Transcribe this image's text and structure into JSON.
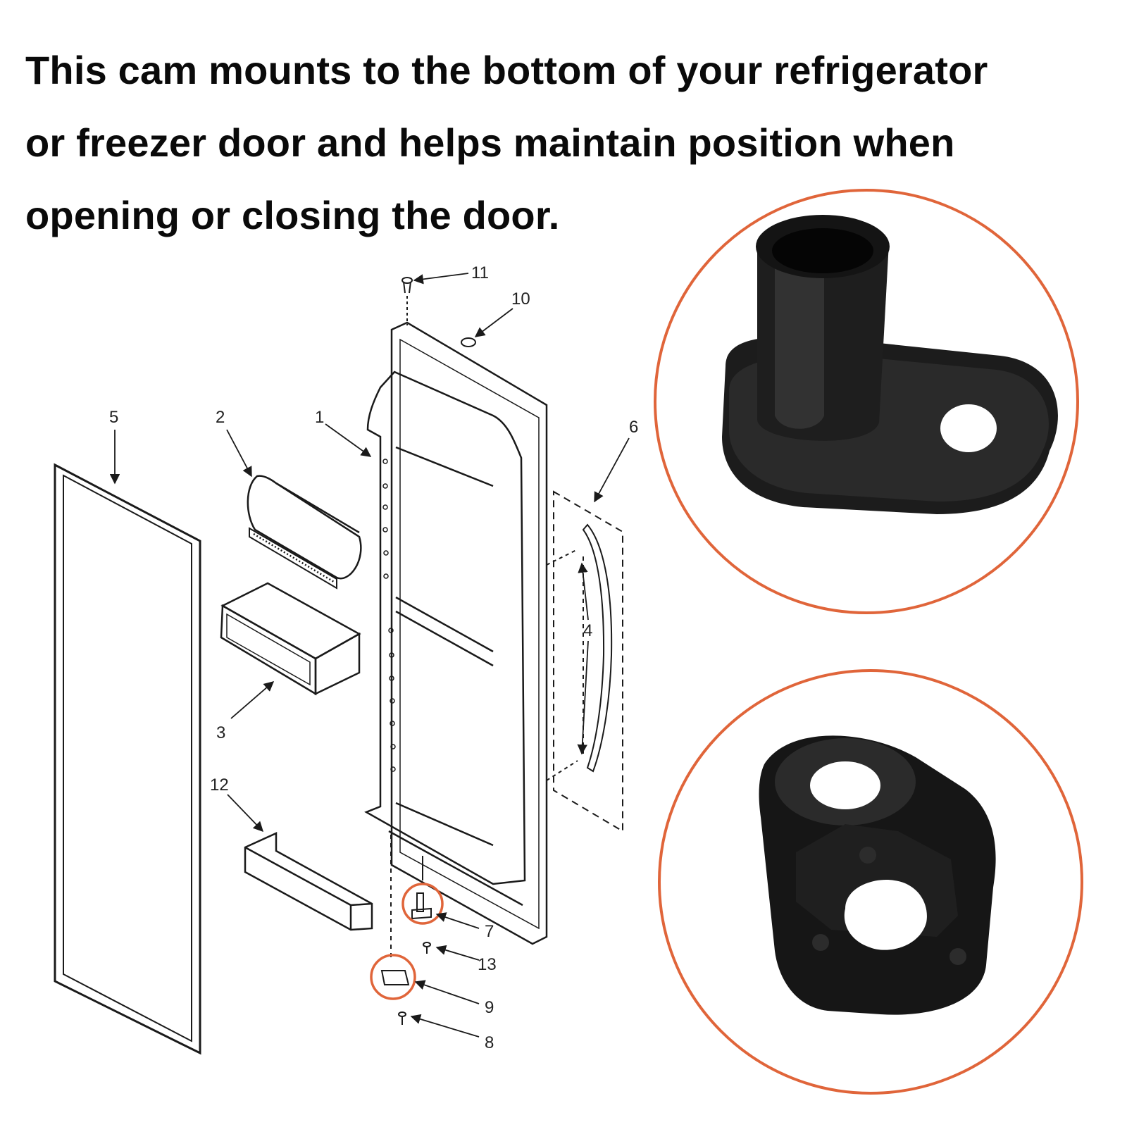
{
  "headline": {
    "line1": "This cam mounts to the bottom of your refrigerator",
    "line2": "or freezer door and helps maintain position when",
    "line3": "opening or closing the door."
  },
  "callouts": [
    "1",
    "2",
    "3",
    "4",
    "5",
    "6",
    "7",
    "8",
    "9",
    "10",
    "11",
    "12",
    "13"
  ],
  "colors": {
    "highlight_circle": "#e0653a",
    "line_art": "#1a1a1a",
    "part_photo": "#1c1c1c"
  }
}
